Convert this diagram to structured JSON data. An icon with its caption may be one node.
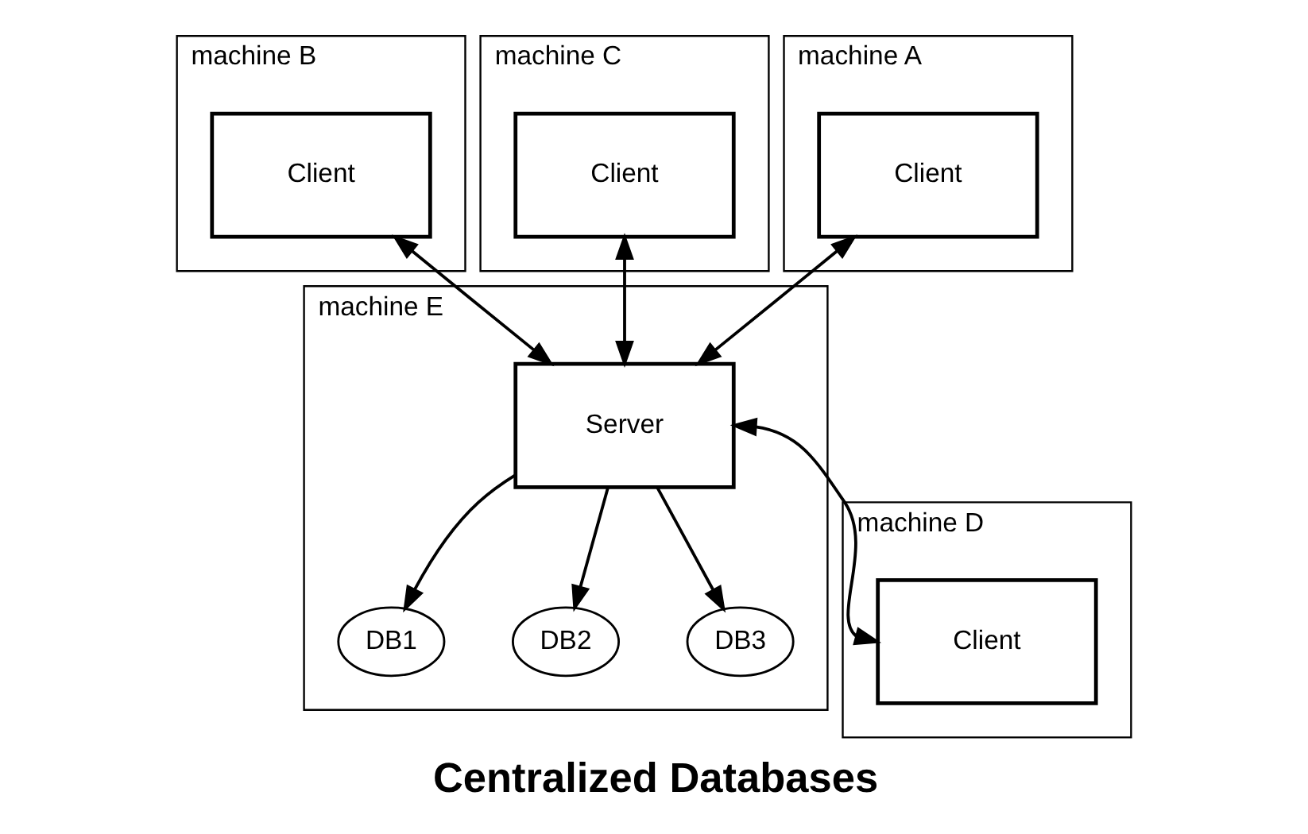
{
  "diagram": {
    "title": "Centralized Databases",
    "nodes": [
      {
        "text": [
          "machine B"
        ]
      },
      {
        "text": [
          "Client"
        ],
        "in": 0
      },
      {
        "text": [
          "machine C"
        ]
      },
      {
        "text": [
          "Client"
        ],
        "in": 2
      },
      {
        "text": [
          "machine A"
        ]
      },
      {
        "text": [
          "Client"
        ],
        "in": 4
      },
      {
        "text": [
          "machine E"
        ]
      },
      {
        "text": [
          "Server"
        ],
        "in": 6
      },
      {
        "text": [
          "DB1"
        ],
        "in": 6
      },
      {
        "text": [
          "DB2"
        ],
        "in": 6
      },
      {
        "text": [
          "DB3"
        ],
        "in": 6
      },
      {
        "text": [
          "machine D"
        ]
      },
      {
        "text": [
          "Client"
        ],
        "in": 11
      }
    ],
    "edges": [
      {
        "from": 1,
        "to": 7,
        "arrow": "both"
      },
      {
        "from": 3,
        "to": 7,
        "arrow": "both"
      },
      {
        "from": 5,
        "to": 7,
        "arrow": "both"
      },
      {
        "from": 7,
        "to": 12,
        "arrow": "both"
      },
      {
        "from": 7,
        "to": 8,
        "arrow": "to"
      },
      {
        "from": 7,
        "to": 9,
        "arrow": "to"
      },
      {
        "from": 7,
        "to": 10,
        "arrow": "to"
      }
    ]
  }
}
